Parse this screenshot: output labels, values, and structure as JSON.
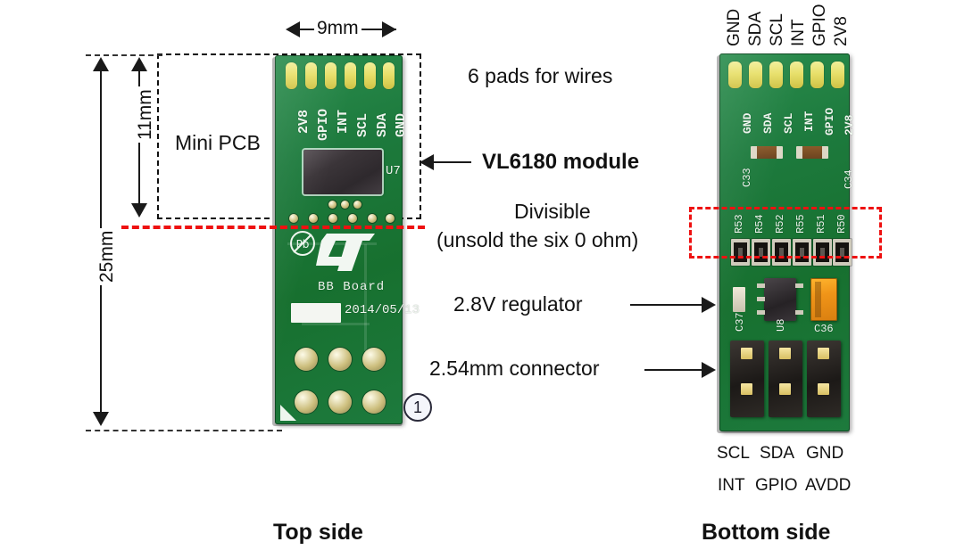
{
  "figure": {
    "captions": {
      "top": "Top side",
      "bottom": "Bottom side"
    }
  },
  "dimensions": {
    "width": "9mm",
    "mini_pcb_height": "11mm",
    "total_height": "25mm",
    "mini_pcb_label": "Mini PCB"
  },
  "annotations": {
    "pads": "6 pads for wires",
    "module": "VL6180 module",
    "divisible_line1": "Divisible",
    "divisible_line2": "(unsold the six 0 ohm)",
    "regulator": "2.8V regulator",
    "connector": "2.54mm connector",
    "callout_number": "1"
  },
  "top_board": {
    "pad_labels": [
      "2V8",
      "GPIO",
      "INT",
      "SCL",
      "SDA",
      "GND"
    ],
    "chip_designator": "U7",
    "silk_board_name": "BB Board",
    "silk_date": "2014/05/13",
    "logo": "ST"
  },
  "bottom_board": {
    "external_pin_labels": [
      "GND",
      "SDA",
      "SCL",
      "INT",
      "GPIO",
      "2V8"
    ],
    "silk_pin_labels": [
      "GND",
      "SDA",
      "SCL",
      "INT",
      "GPIO",
      "2V8"
    ],
    "resistor_designators": [
      "R53",
      "R54",
      "R52",
      "R55",
      "R51",
      "R50"
    ],
    "capacitor_designators": [
      "C33",
      "C34"
    ],
    "regulator_designators": [
      "C37",
      "U8",
      "C36"
    ],
    "connector_labels_row1": [
      "SCL",
      "SDA",
      "GND"
    ],
    "connector_labels_row2": [
      "INT",
      "GPIO",
      "AVDD"
    ]
  },
  "colors": {
    "pcb_green": "#1d7a3d",
    "pad_gold": "#e8e06a",
    "red_marker": "#ee1111",
    "chip_dark": "#332e32",
    "tantalum_orange": "#f09418"
  }
}
